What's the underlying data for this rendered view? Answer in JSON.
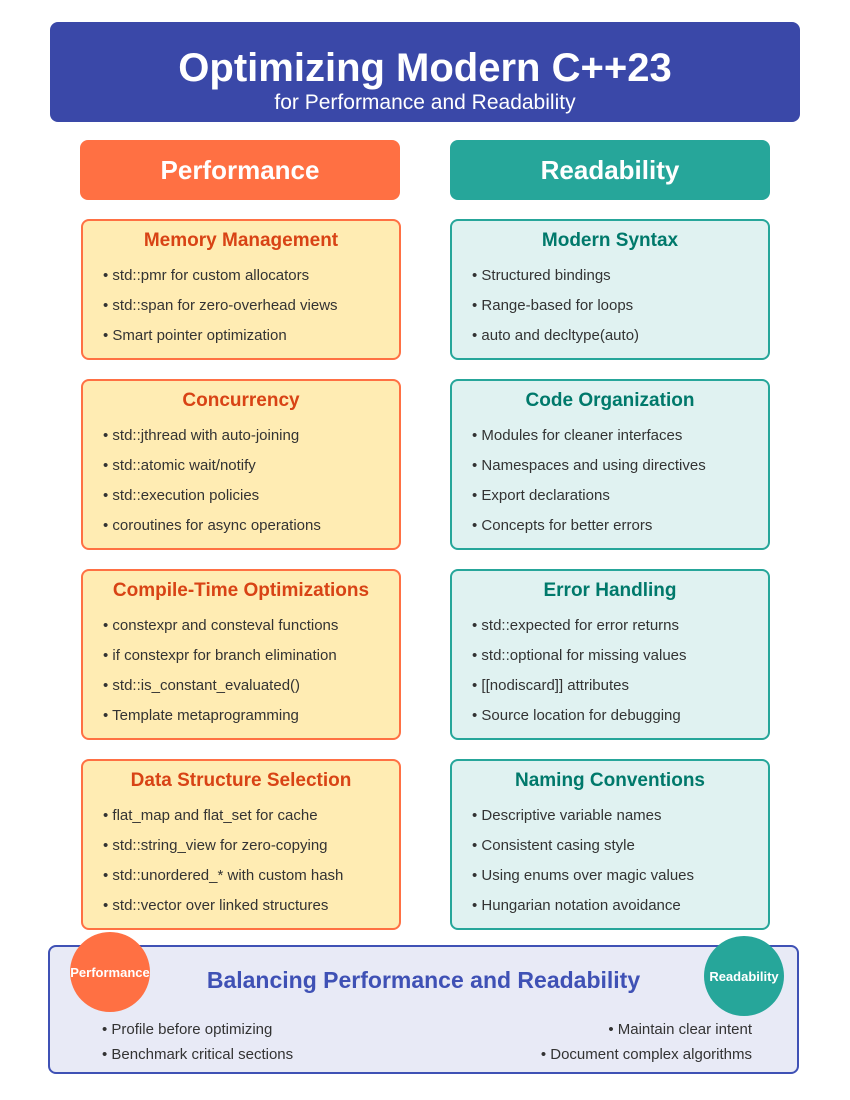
{
  "header": {
    "title": "Optimizing Modern C++23",
    "subtitle": "for Performance and Readability"
  },
  "columns": {
    "performance": "Performance",
    "readability": "Readability"
  },
  "performance_cards": [
    {
      "title": "Memory Management",
      "items": [
        "• std::pmr for custom allocators",
        "• std::span for zero-overhead views",
        "• Smart pointer optimization"
      ]
    },
    {
      "title": "Concurrency",
      "items": [
        "• std::jthread with auto-joining",
        "• std::atomic wait/notify",
        "• std::execution policies",
        "• coroutines for async operations"
      ]
    },
    {
      "title": "Compile-Time Optimizations",
      "items": [
        "• constexpr and consteval functions",
        "• if constexpr for branch elimination",
        "• std::is_constant_evaluated()",
        "• Template metaprogramming"
      ]
    },
    {
      "title": "Data Structure Selection",
      "items": [
        "• flat_map and flat_set for cache",
        "• std::string_view for zero-copying",
        "• std::unordered_* with custom hash",
        "• std::vector over linked structures"
      ]
    }
  ],
  "readability_cards": [
    {
      "title": "Modern Syntax",
      "items": [
        "• Structured bindings",
        "• Range-based for loops",
        "• auto and decltype(auto)"
      ]
    },
    {
      "title": "Code Organization",
      "items": [
        "• Modules for cleaner interfaces",
        "• Namespaces and using directives",
        "• Export declarations",
        "• Concepts for better errors"
      ]
    },
    {
      "title": "Error Handling",
      "items": [
        "• std::expected for error returns",
        "• std::optional for missing values",
        "• [[nodiscard]] attributes",
        "• Source location for debugging"
      ]
    },
    {
      "title": "Naming Conventions",
      "items": [
        "• Descriptive variable names",
        "• Consistent casing style",
        "• Using enums over magic values",
        "• Hungarian notation avoidance"
      ]
    }
  ],
  "balance": {
    "title": "Balancing Performance and Readability",
    "left_badge": "Performance",
    "right_badge": "Readability",
    "left_items": [
      "• Profile before optimizing",
      "• Benchmark critical sections"
    ],
    "right_items": [
      "• Maintain clear intent",
      "• Document complex algorithms"
    ]
  },
  "colors": {
    "header": "#3a48a8",
    "performance": "#ff7043",
    "readability": "#26a69a",
    "performance_card_bg": "#ffecb3",
    "readability_card_bg": "#e0f2f1",
    "balance_border": "#3f51b5"
  }
}
